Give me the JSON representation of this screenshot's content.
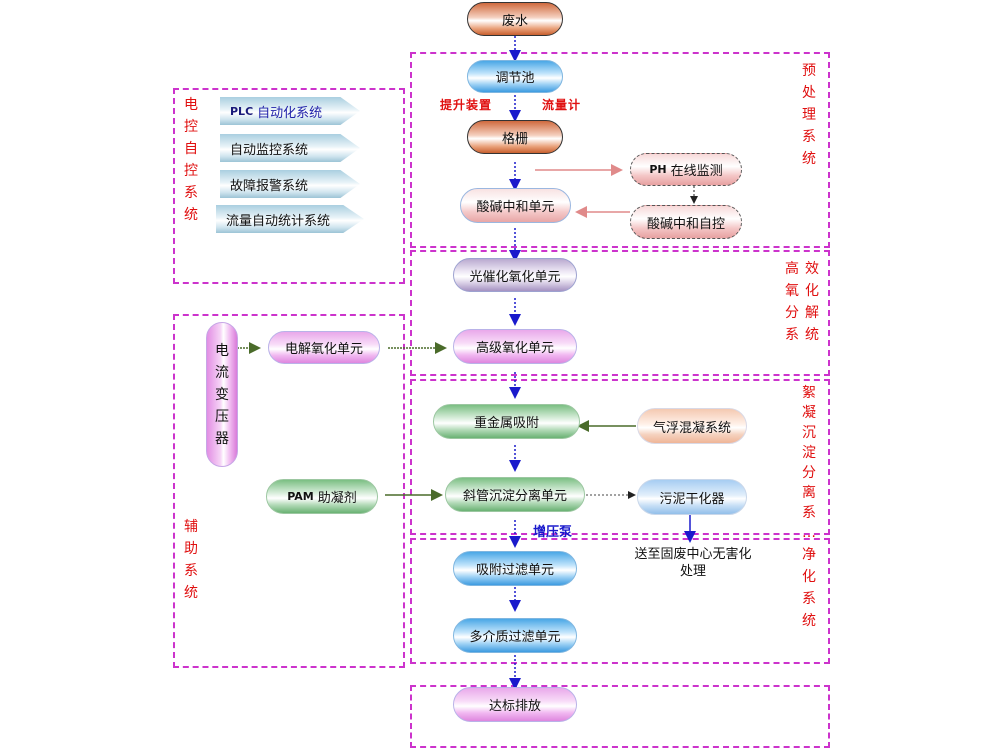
{
  "diagram": {
    "main_flow": {
      "wastewater": "废水",
      "regulating_tank": "调节池",
      "grille": "格栅",
      "acid_base_unit": "酸碱中和单元",
      "photocatalytic_unit": "光催化氧化单元",
      "advanced_oxidation_unit": "高级氧化单元",
      "heavy_metal_adsorption": "重金属吸附",
      "inclined_tube_sedimentation": "斜管沉淀分离单元",
      "adsorption_filter_unit": "吸附过滤单元",
      "multimedia_filter_unit": "多介质过滤单元",
      "discharge": "达标排放"
    },
    "side_nodes": {
      "ph_monitor_prefix": "PH",
      "ph_monitor": "在线监测",
      "acid_base_autocontrol": "酸碱中和自控",
      "air_flotation": "气浮混凝系统",
      "sludge_dryer": "污泥干化器",
      "electrolysis_unit": "电解氧化单元",
      "current_transformer": [
        "电",
        "流",
        "变",
        "压",
        "器"
      ],
      "pam_prefix": "PAM",
      "pam_coagulant": "助凝剂"
    },
    "annotations": {
      "lifting_device": "提升装置",
      "flowmeter": "流量计",
      "booster_pump": "增压泵",
      "solid_waste_note_line1": "送至固废中心无害化",
      "solid_waste_note_line2": "处理"
    },
    "control_system": {
      "title": [
        "电",
        "控",
        "自",
        "控",
        "系",
        "统"
      ],
      "items": [
        {
          "prefix": "PLC",
          "label": "自动化系统"
        },
        {
          "prefix": "",
          "label": "自动监控系统"
        },
        {
          "prefix": "",
          "label": "故障报警系统"
        },
        {
          "prefix": "",
          "label": "流量自动统计系统"
        }
      ]
    },
    "section_labels": {
      "pretreatment": [
        "预",
        "处",
        "理",
        "系",
        "统"
      ],
      "oxidation": [
        "高",
        "效",
        "氧",
        "化",
        "分",
        "解",
        "系",
        "统"
      ],
      "flocculation": [
        "絮",
        "凝",
        "沉",
        "淀",
        "分",
        "离",
        "系",
        "…"
      ],
      "purification": [
        "净",
        "化",
        "系",
        "统"
      ],
      "auxiliary": [
        "辅",
        "助",
        "系",
        "统"
      ]
    },
    "colors": {
      "frame": "#cc33cc",
      "section_label": "#e01010",
      "main_arrow": "#1a1acc",
      "green_arrow": "#4a6b2a",
      "pink_arrow": "#e08a8a"
    }
  }
}
